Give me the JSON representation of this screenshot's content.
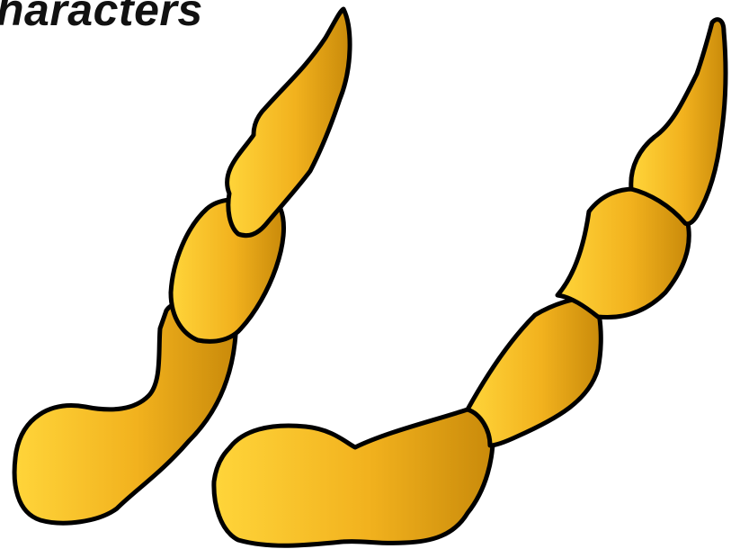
{
  "heading": {
    "text": "haracters"
  },
  "figure": {
    "structures": [
      "antenna-left",
      "antenna-right"
    ],
    "fill_color": "#F2B21E",
    "fill_highlight": "#FFD53A",
    "fill_shadow": "#C98A0A",
    "outline_color": "#000000"
  }
}
